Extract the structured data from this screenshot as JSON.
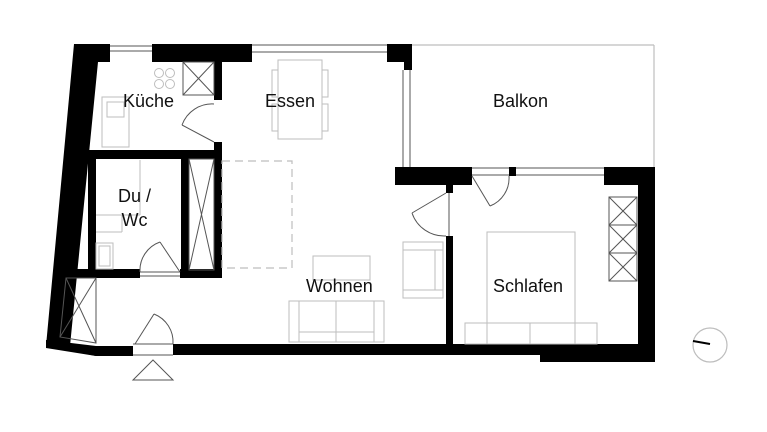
{
  "plan": {
    "type": "apartment-floor-plan",
    "colors": {
      "wall": "#000000",
      "furniture": "#bdbdbd",
      "lines": "#555555",
      "background": "#ffffff"
    },
    "rooms": [
      {
        "id": "kueche",
        "label": "Küche"
      },
      {
        "id": "essen",
        "label": "Essen"
      },
      {
        "id": "balkon",
        "label": "Balkon"
      },
      {
        "id": "du_wc",
        "label_line1": "Du /",
        "label_line2": "Wc"
      },
      {
        "id": "wohnen",
        "label": "Wohnen"
      },
      {
        "id": "schlafen",
        "label": "Schlafen"
      }
    ],
    "entrance_icon": "entrance-triangle-icon",
    "orientation_icon": "north-compass-icon"
  }
}
